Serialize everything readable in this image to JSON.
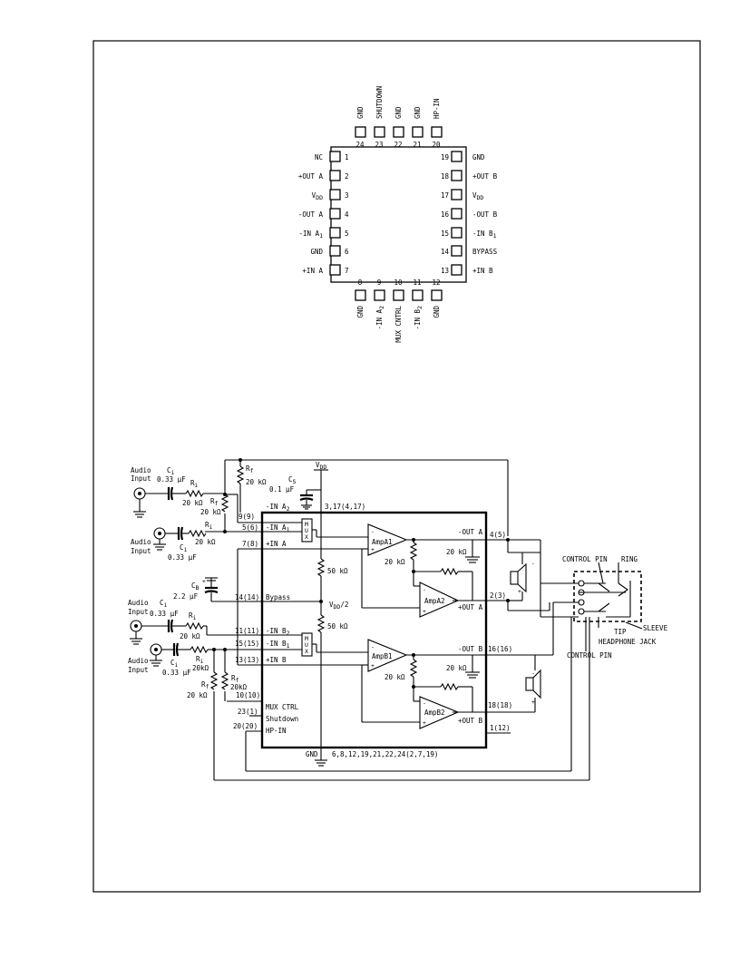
{
  "pinout": {
    "top_pins": [
      {
        "num": "24",
        "name": "GND"
      },
      {
        "num": "23",
        "name": "SHUTDOWN"
      },
      {
        "num": "22",
        "name": "GND"
      },
      {
        "num": "21",
        "name": "GND"
      },
      {
        "num": "20",
        "name": "HP-IN"
      }
    ],
    "left_pins": [
      {
        "num": "1",
        "name": "NC"
      },
      {
        "num": "2",
        "name": "+OUT A"
      },
      {
        "num": "3",
        "name": "V",
        "sub": "DD"
      },
      {
        "num": "4",
        "name": "-OUT A"
      },
      {
        "num": "5",
        "name": "-IN A",
        "sub": "1"
      },
      {
        "num": "6",
        "name": "GND"
      },
      {
        "num": "7",
        "name": "+IN A"
      }
    ],
    "right_pins": [
      {
        "num": "19",
        "name": "GND"
      },
      {
        "num": "18",
        "name": "+OUT B"
      },
      {
        "num": "17",
        "name": "V",
        "sub": "DD"
      },
      {
        "num": "16",
        "name": "-OUT B"
      },
      {
        "num": "15",
        "name": "-IN B",
        "sub": "1"
      },
      {
        "num": "14",
        "name": "BYPASS"
      },
      {
        "num": "13",
        "name": "+IN B"
      }
    ],
    "bottom_pins": [
      {
        "num": "8",
        "name": "GND"
      },
      {
        "num": "9",
        "name": "-IN A",
        "sub": "2"
      },
      {
        "num": "10",
        "name": "MUX CNTRL"
      },
      {
        "num": "11",
        "name": "-IN B",
        "sub": "2"
      },
      {
        "num": "12",
        "name": "GND"
      }
    ]
  },
  "schematic": {
    "vdd": "V",
    "vdd_sub": "DD",
    "vdd_pins": "3,17(4,17)",
    "gnd": "GND",
    "gnd_pins": "6,8,12,19,21,22,24(2,7,19)",
    "cs": {
      "name": "C",
      "sub": "S",
      "value": "0.1 µF"
    },
    "cb": {
      "name": "C",
      "sub": "B",
      "value": "2.2 µF",
      "pol": "+"
    },
    "rf_top": {
      "name": "R",
      "sub": "f",
      "value": "20 kΩ"
    },
    "rf_a2": {
      "name": "R",
      "sub": "f",
      "value": "20 kΩ"
    },
    "rf_b_left": {
      "name": "R",
      "sub": "f",
      "value": "20 kΩ"
    },
    "rf_b_right": {
      "name": "R",
      "sub": "f",
      "value": "20kΩ"
    },
    "ri_a2": {
      "name": "R",
      "sub": "i",
      "value": "20 kΩ"
    },
    "ri_a1": {
      "name": "R",
      "sub": "i",
      "value": "20 kΩ"
    },
    "ri_b2": {
      "name": "R",
      "sub": "i",
      "value": "20 kΩ"
    },
    "ri_b1": {
      "name": "R",
      "sub": "i",
      "value": "20kΩ"
    },
    "ci_top": {
      "name": "C",
      "sub": "i",
      "value": "0.33 µF"
    },
    "ci_a1": {
      "name": "C",
      "sub": "i",
      "value": "0.33 µF"
    },
    "ci_b2": {
      "name": "C",
      "sub": "i",
      "value": "0.33 µF"
    },
    "ci_b1": {
      "name": "C",
      "sub": "i",
      "value": "0.33 µF"
    },
    "audio_input": "Audio",
    "audio_input2": "Input",
    "pins": {
      "in_a2_lbl": "-IN A",
      "in_a2_sub": "2",
      "in_a1_pin": "5(6)",
      "in_a1_lbl": "-IN A",
      "in_a1_sub": "1",
      "in_a2_pin": "9(9)",
      "pin_ina_plus": "7(8)",
      "ina_plus_lbl": "+IN A",
      "bypass_pin": "14(14)",
      "bypass_lbl": "Bypass",
      "inb2_pin": "11(11)",
      "inb2_lbl": "-IN B",
      "inb2_sub": "2",
      "inb1_pin": "15(15)",
      "inb1_lbl": "-IN B",
      "inb1_sub": "1",
      "inb_plus_pin": "13(13)",
      "inb_plus_lbl": "+IN B",
      "mux_pin": "23(1)",
      "mux_lbl": "MUX CTRL",
      "shdn_lbl": "Shutdown",
      "hpin_pin": "20(20)",
      "hpin_lbl": "HP-IN",
      "hpin_pin2": "10(10)",
      "outa_minus_lbl": "-OUT A",
      "outa_minus_pin": "4(5)",
      "outa_plus_lbl": "+OUT A",
      "outa_plus_pin": "2(3)",
      "outb_minus_lbl": "-OUT B",
      "outb_minus_pin": "16(16)",
      "outb_plus_lbl": "+OUT B",
      "outb_plus_pin": "18(18)",
      "pin_1_12": "1(12)"
    },
    "mux_letters": [
      "M",
      "U",
      "X"
    ],
    "amps": [
      "AmpA1",
      "AmpA2",
      "AmpB1",
      "AmpB2"
    ],
    "r50k": "50 kΩ",
    "vdd2": "V",
    "vdd2_sub": "DD",
    "vdd2_tail": "/2",
    "r20k": "20 kΩ",
    "jack": {
      "control_pin": "CONTROL PIN",
      "ring": "RING",
      "tip": "TIP",
      "headphone_jack": "HEADPHONE JACK",
      "sleeve": "SLEEVE",
      "control_pin2": "CONTROL PIN"
    }
  }
}
